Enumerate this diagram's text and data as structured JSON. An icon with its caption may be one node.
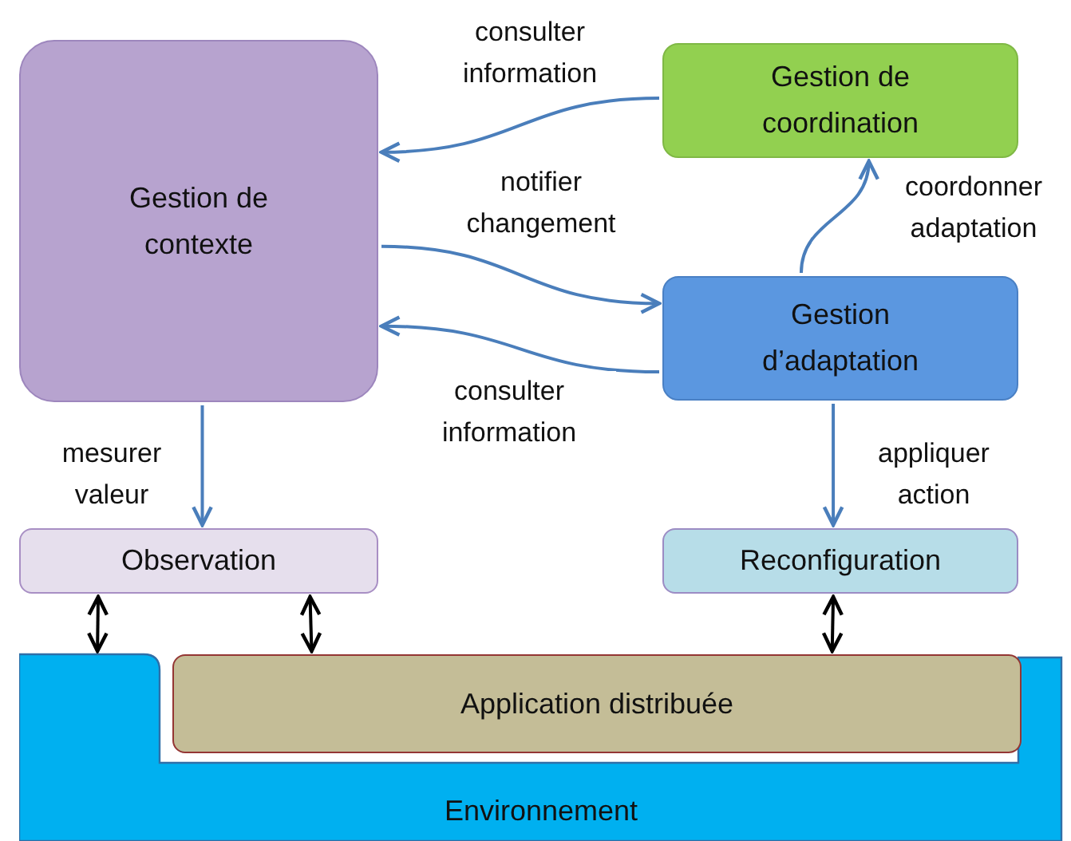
{
  "diagram": {
    "nodes": [
      {
        "text": [
          "Gestion de contexte"
        ]
      },
      {
        "text": [
          "Gestion de coordination"
        ]
      },
      {
        "text": [
          "Gestion d’adaptation"
        ]
      },
      {
        "text": [
          "Observation"
        ]
      },
      {
        "text": [
          "Reconfiguration"
        ]
      },
      {
        "text": [
          "Environnement"
        ]
      },
      {
        "text": [
          "Application distribuée"
        ]
      }
    ],
    "edges": [
      {
        "from": 1,
        "to": 0,
        "arrow": "to",
        "label": "consulter information"
      },
      {
        "from": 0,
        "to": 2,
        "arrow": "to",
        "label": "notifier changement"
      },
      {
        "from": 2,
        "to": 0,
        "arrow": "to",
        "label": "consulter information"
      },
      {
        "from": 2,
        "to": 1,
        "arrow": "to",
        "label": "coordonner adaptation"
      },
      {
        "from": 0,
        "to": 3,
        "arrow": "to",
        "label": "mesurer valeur"
      },
      {
        "from": 2,
        "to": 4,
        "arrow": "to",
        "label": "appliquer action"
      },
      {
        "from": 3,
        "to": 5,
        "arrow": "both",
        "color": "#000000"
      },
      {
        "from": 3,
        "to": 6,
        "arrow": "both",
        "color": "#000000"
      },
      {
        "from": 4,
        "to": 6,
        "arrow": "both",
        "color": "#000000"
      }
    ]
  }
}
